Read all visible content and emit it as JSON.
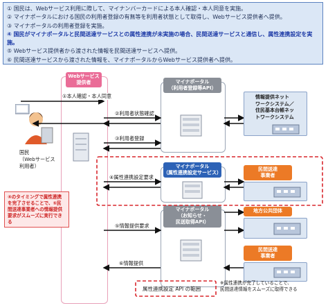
{
  "steps": [
    "① 国民は、Webサービス利用に際して、マイナンバーカードによる本人確認・本人同意を実施。",
    "② マイナポータルにおける国民の利用者登録の有無等を利用者状態として取得し、Webサービス提供者へ提供。",
    "③ マイナポータルの利用者登録を実施。",
    "④ 国民がマイナポータルと民間送達サービスとの属性連携が未実施の場合、民間送達サービスと通信し、属性連携設定を実施。",
    "⑤ Webサービス提供者から渡された情報を民間送達サービスへ提供。",
    "⑥ 民間送達サービスから渡された情報を、マイナポータルからWebサービス提供者へ提供。"
  ],
  "lanes": {
    "web": "Webサービス\n提供者",
    "portal_top": "マイナポータル\n（利用者登録等API）",
    "portal_mid": "マイナポータル\n（属性連携設定サービス）",
    "portal_bot": "マイナポータル\n（お知らせ・\n民送取得API）"
  },
  "left_labels": {
    "citizen": "国民\n（Webサービス\n利用者）"
  },
  "arrows": {
    "a1": "①本人確認・本人同意",
    "a2": "②利用者状態確認",
    "a3": "③利用者登録",
    "a4": "④属性連携設定要求",
    "a5": "⑤情報提供要求",
    "a6": "⑥情報提供"
  },
  "right": {
    "network": "情報提供ネット\nワークシステム／\n住民基本台帳ネッ\nトワークシステム",
    "private1": "民間送達\n事業者",
    "local_gov": "地方公共団体",
    "private2": "民間送達\n事業者"
  },
  "callout": "④のタイミングで属性連携を完了させることで、⑤民間送達事業者への情報提供要求がスムーズに実行できる",
  "legend": "属性連携設定 API の範囲",
  "footnote": "※属性連携が完了していることで、\n民間送達情報をスムーズに取得できる",
  "colors": {
    "pink": "#ea6c97",
    "blue": "#2d62b6",
    "orange": "#ec7a26",
    "red_dash": "#d9262c"
  }
}
